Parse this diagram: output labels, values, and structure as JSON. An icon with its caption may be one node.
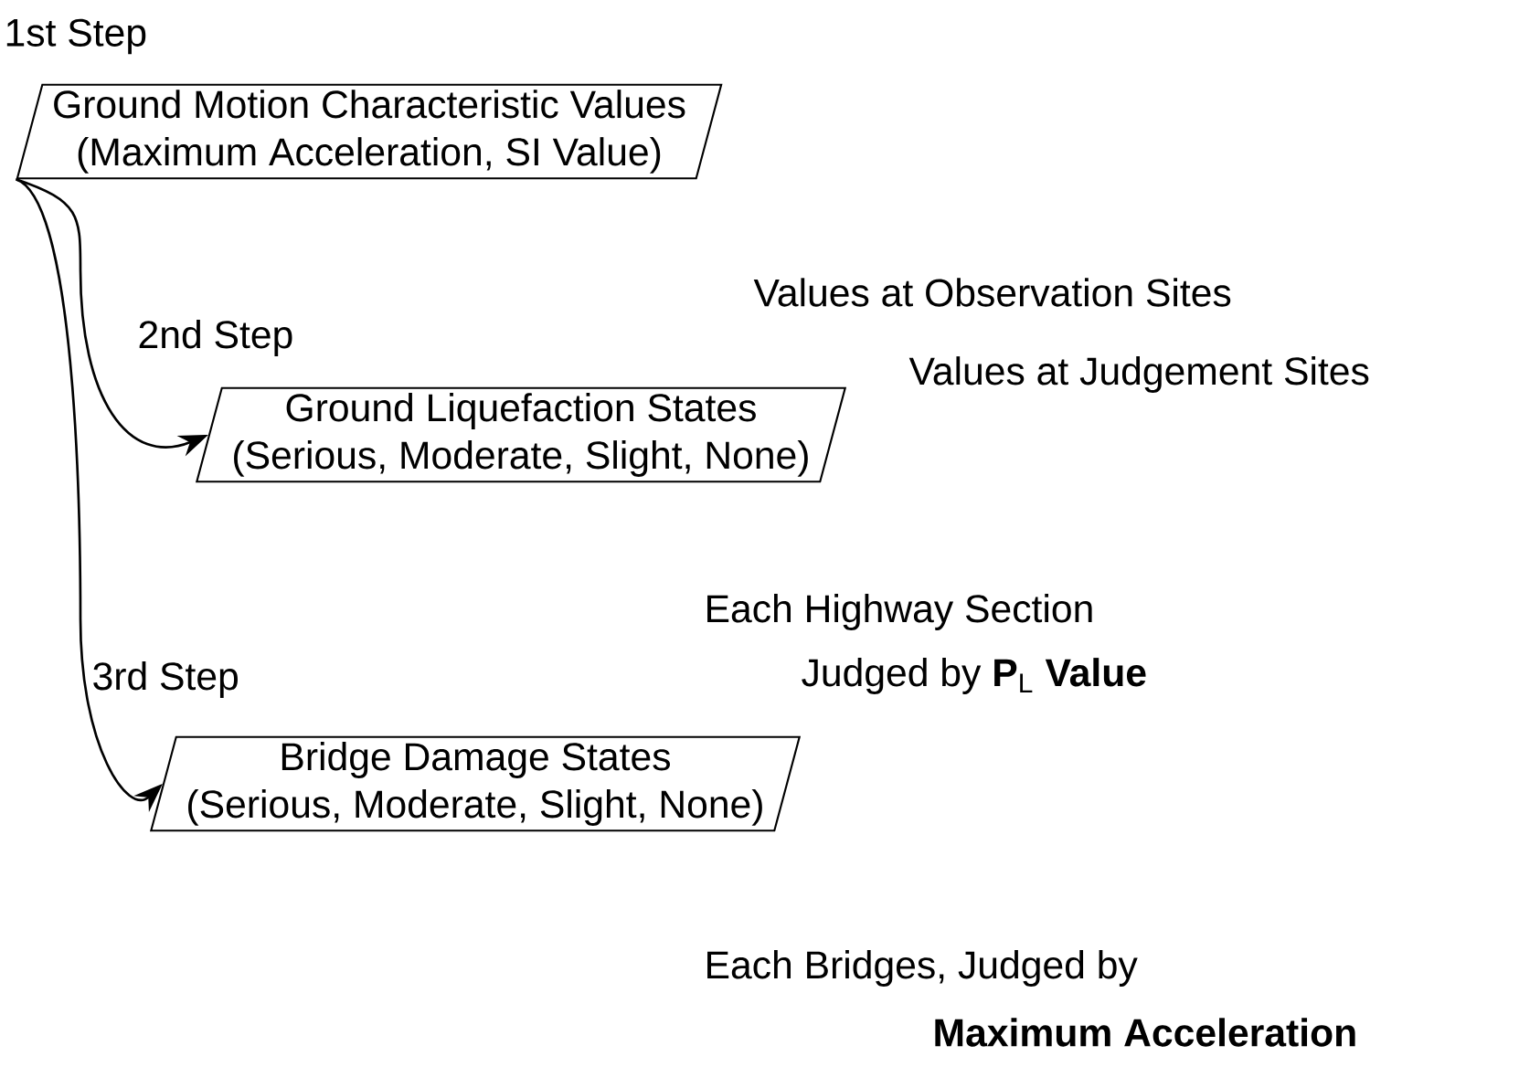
{
  "diagram": {
    "nodes": [
      {
        "text": [
          "Ground Motion Characteristic Values",
          "(Maximum Acceleration, SI Value)"
        ],
        "beside": [
          "1st Step"
        ]
      },
      {
        "text": [
          "Ground Liquefaction States",
          "(Serious, Moderate, Slight, None)"
        ],
        "beside": [
          "2nd Step"
        ]
      },
      {
        "text": [
          "Bridge Damage States",
          "(Serious, Moderate, Slight, None)"
        ],
        "beside": [
          "3rd Step"
        ]
      }
    ],
    "edges": [
      {
        "from": 0,
        "to": 1,
        "arrow": "to"
      },
      {
        "from": 0,
        "to": 2,
        "arrow": "to"
      }
    ],
    "labels": [
      "Values at Observation Sites",
      "Values at Judgement Sites",
      "Each Highway Section",
      "Judged by **P**$_{L}$ **Value**",
      "Each Bridges, Judged by",
      "Maximum Acceleration"
    ]
  }
}
